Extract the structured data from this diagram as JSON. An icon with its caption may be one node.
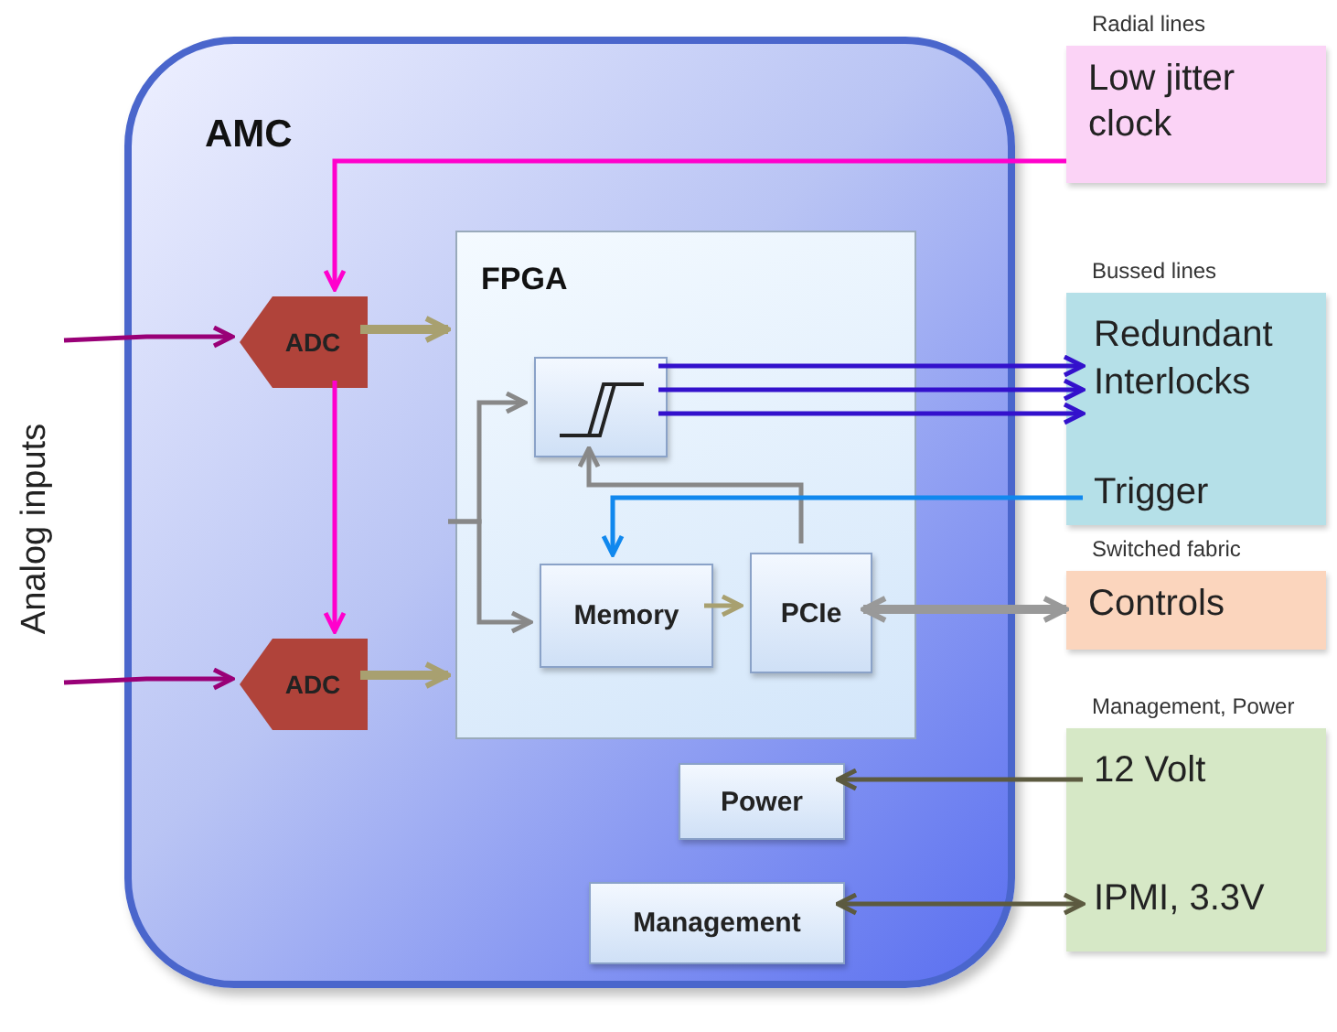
{
  "diagram": {
    "nodes": [
      {
        "text": [
          "AMC"
        ]
      },
      {
        "text": [
          "FPGA"
        ],
        "in": 0
      },
      {
        "text": [
          "ADC"
        ],
        "in": 0
      },
      {
        "text": [
          "ADC"
        ],
        "in": 0
      },
      {
        "text": [],
        "shape": "box",
        "in": 1
      },
      {
        "text": [
          "Memory"
        ],
        "in": 1
      },
      {
        "text": [
          "PCIe"
        ],
        "in": 1
      },
      {
        "text": [
          "Power"
        ],
        "in": 0
      },
      {
        "text": [
          "Management"
        ],
        "in": 0
      },
      {
        "text": [
          "Radial lines",
          "Low jitter clock"
        ]
      },
      {
        "text": [
          "Bussed lines"
        ]
      },
      {
        "text": [
          "Redundant Interlocks"
        ],
        "in": 10
      },
      {
        "text": [
          "Trigger"
        ],
        "in": 10
      },
      {
        "text": [
          "Switched fabric",
          "Controls"
        ]
      },
      {
        "text": [
          "Management, Power"
        ]
      },
      {
        "text": [
          "12 Volt"
        ],
        "in": 14
      },
      {
        "text": [
          "IPMI, 3.3V"
        ],
        "in": 14
      }
    ],
    "edges": [
      {
        "from": 9,
        "to": 2,
        "arrow": "to",
        "color": "#ff00cc"
      },
      {
        "from": 2,
        "to": 3,
        "arrow": "to",
        "color": "#ff00cc"
      },
      {
        "from": null,
        "to": 2,
        "arrow": "to",
        "color": "#990077"
      },
      {
        "from": null,
        "to": 3,
        "arrow": "to",
        "color": "#990077"
      },
      {
        "from": 2,
        "to": 1,
        "arrow": "to",
        "style": "thick",
        "color": "#a8a070"
      },
      {
        "from": 3,
        "to": 1,
        "arrow": "to",
        "style": "thick",
        "color": "#a8a070"
      },
      {
        "from": 1,
        "to": 4,
        "arrow": "to",
        "color": "#888888"
      },
      {
        "from": 1,
        "to": 5,
        "arrow": "to",
        "color": "#888888"
      },
      {
        "from": 4,
        "to": 11,
        "arrow": "to",
        "color": "#3311cc"
      },
      {
        "from": 4,
        "to": 11,
        "arrow": "to",
        "color": "#3311cc"
      },
      {
        "from": 4,
        "to": 11,
        "arrow": "to",
        "color": "#3311cc"
      },
      {
        "from": 6,
        "to": 4,
        "arrow": "to",
        "color": "#888888"
      },
      {
        "from": 12,
        "to": 5,
        "arrow": "to",
        "color": "#1188ee"
      },
      {
        "from": 5,
        "to": 6,
        "arrow": "to",
        "color": "#a8a070"
      },
      {
        "from": 6,
        "to": 13,
        "arrow": "both",
        "style": "thick",
        "color": "#999999"
      },
      {
        "from": 15,
        "to": 7,
        "arrow": "to",
        "color": "#5c5a40"
      },
      {
        "from": 8,
        "to": 16,
        "arrow": "both",
        "color": "#5c5a40"
      }
    ],
    "labels": [
      "Analog inputs"
    ]
  }
}
